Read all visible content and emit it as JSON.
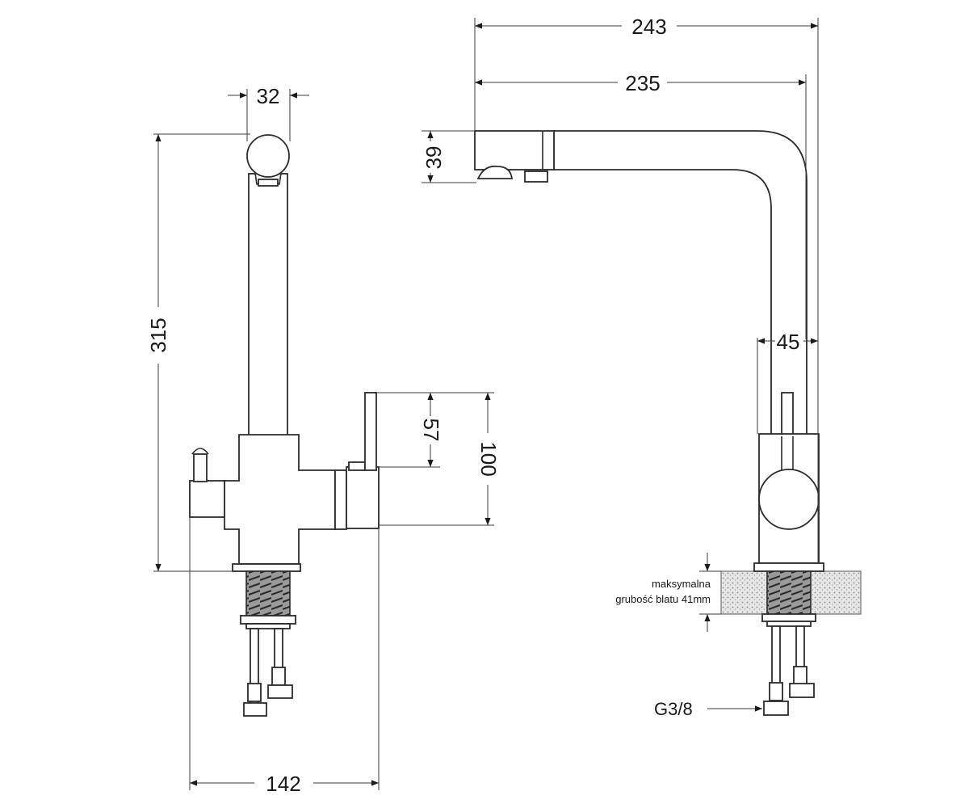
{
  "dimensions": {
    "total_reach": "243",
    "spout_reach": "235",
    "head_width": "32",
    "spout_height": "39",
    "total_height": "315",
    "lever_height": "57",
    "lever_offset": "100",
    "body_width": "45",
    "base_width": "142"
  },
  "notes": {
    "countertop_line1": "maksymalna",
    "countertop_line2": "grubość blatu 41mm",
    "connection": "G3/8"
  }
}
